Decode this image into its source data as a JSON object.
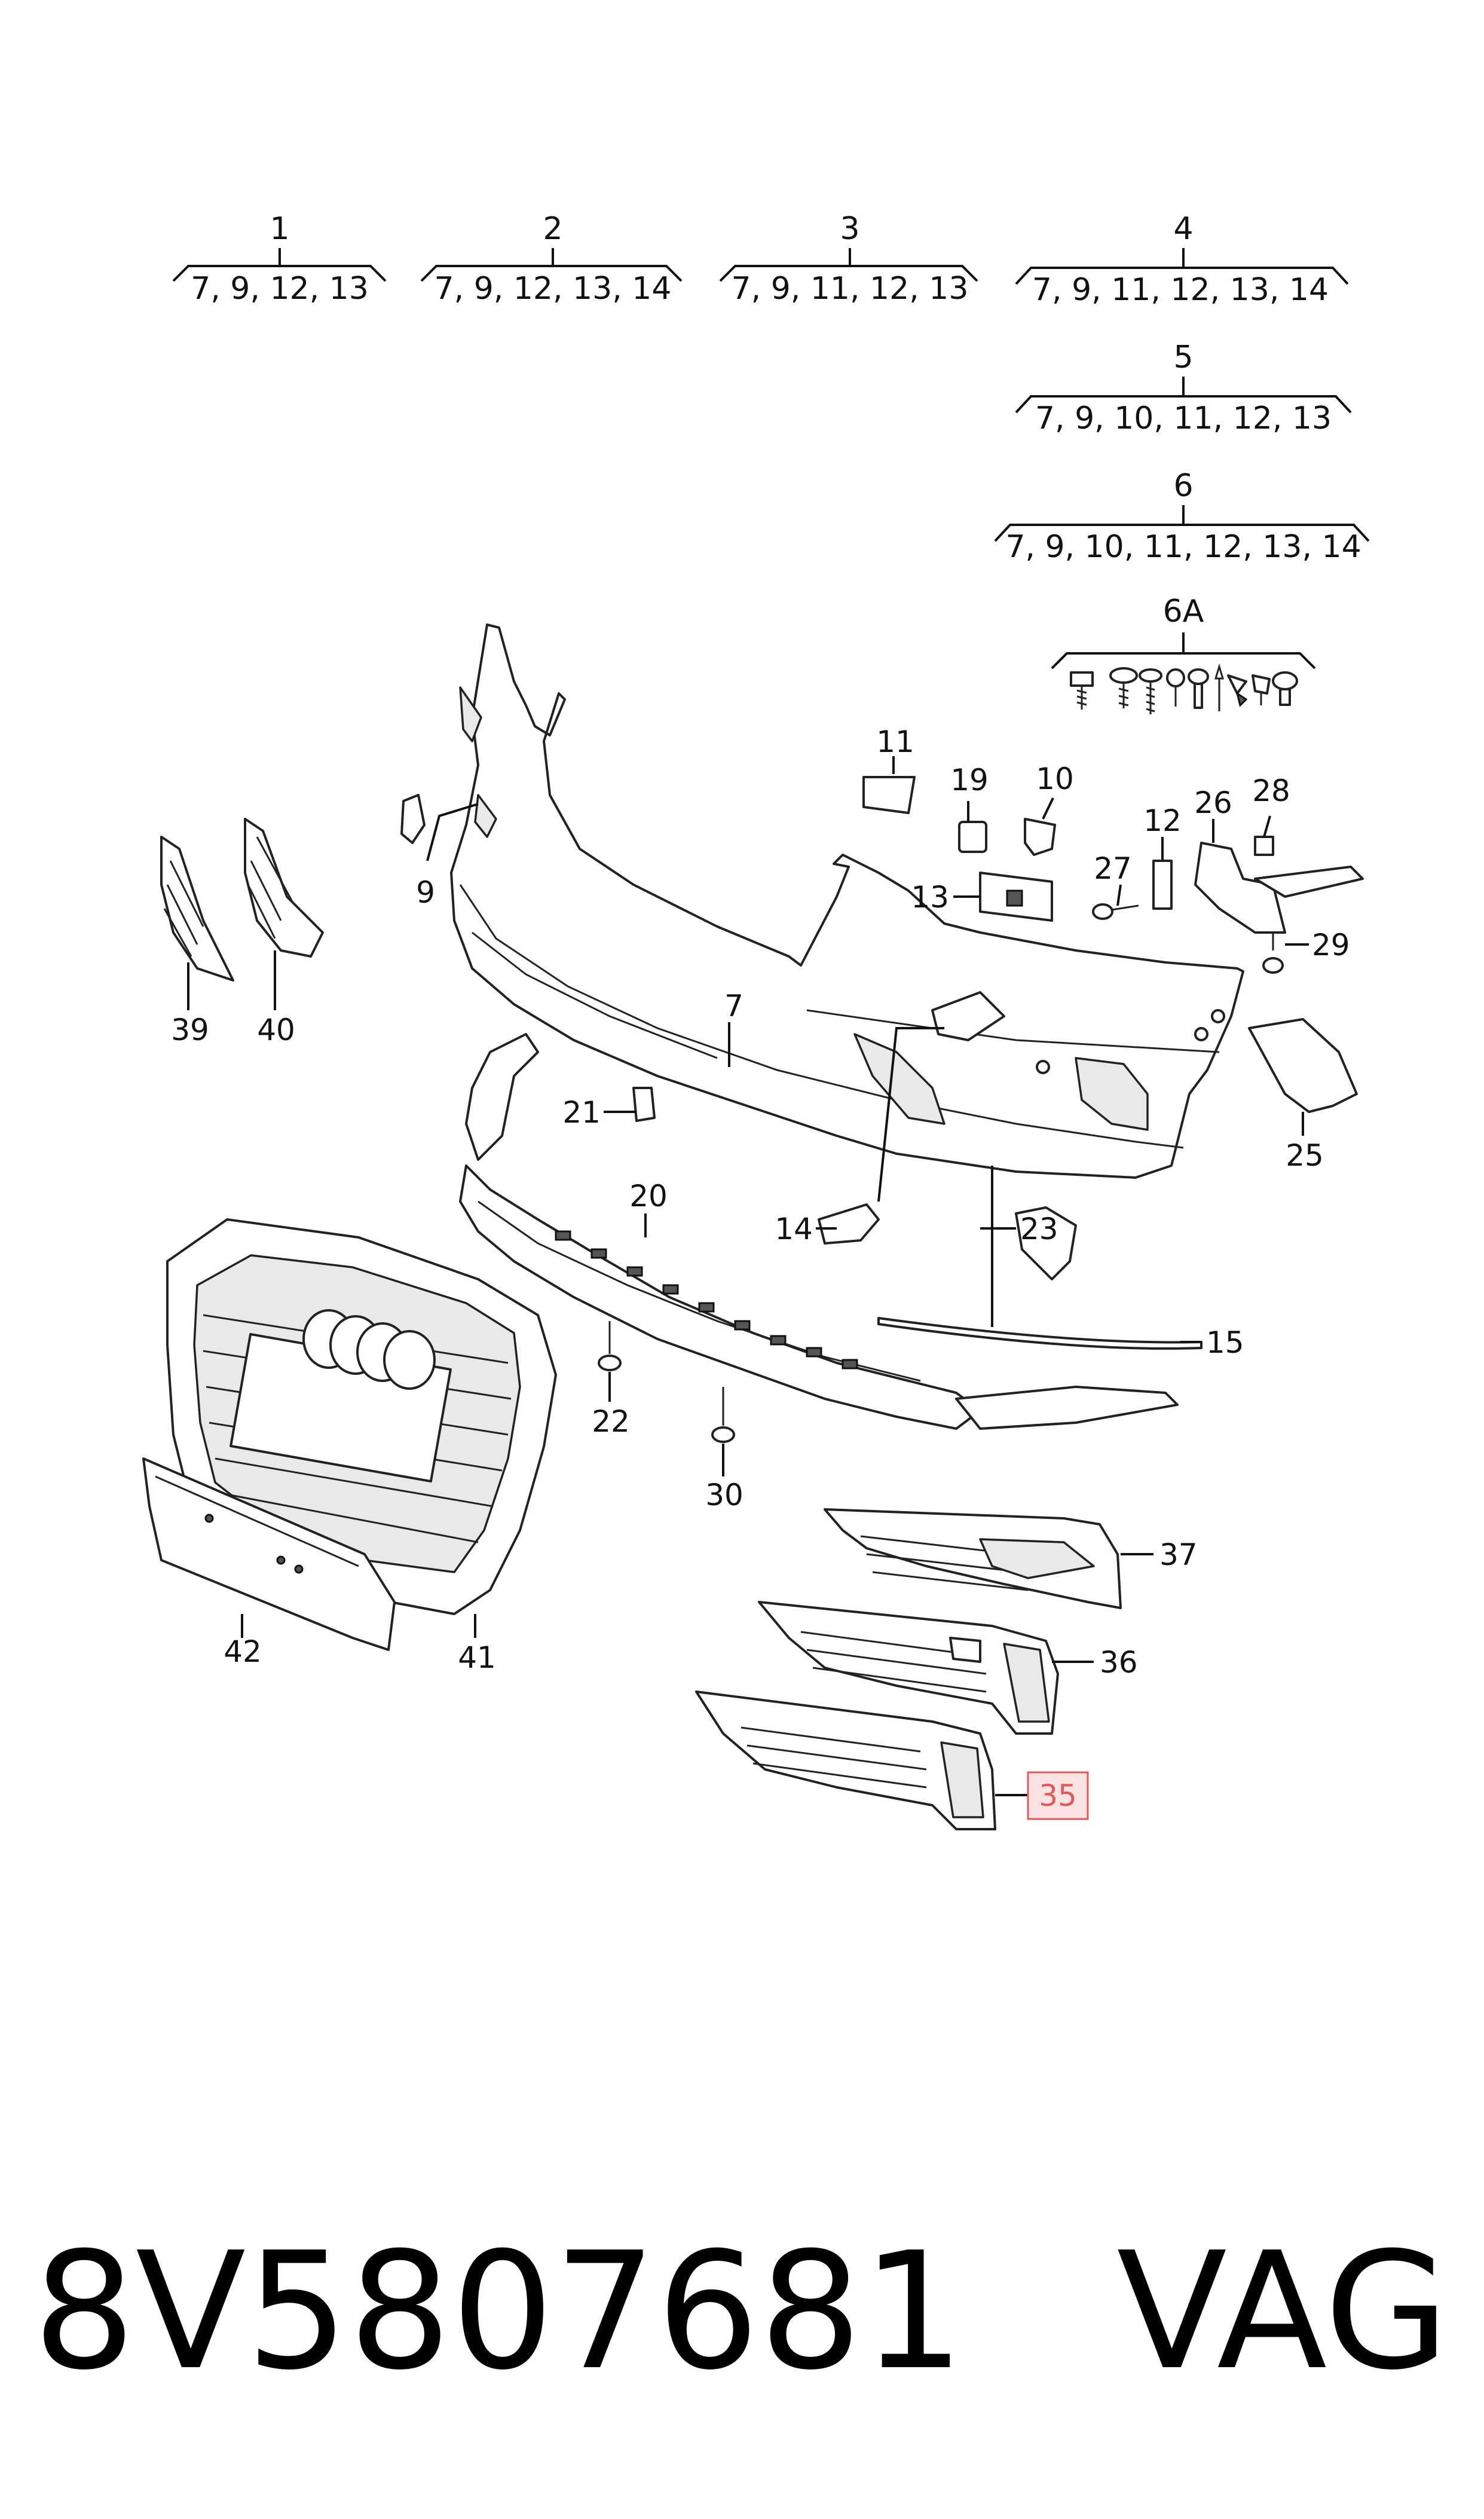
{
  "callout_groups": [
    {
      "id": "1",
      "items": "7, 9, 12, 13"
    },
    {
      "id": "2",
      "items": "7, 9, 12, 13, 14"
    },
    {
      "id": "3",
      "items": "7, 9, 11, 12, 13"
    },
    {
      "id": "4",
      "items": "7, 9, 11, 12, 13, 14"
    },
    {
      "id": "5",
      "items": "7, 9, 10, 11, 12, 13"
    },
    {
      "id": "6",
      "items": "7, 9, 10, 11, 12, 13, 14"
    }
  ],
  "hardware_kit_label": "6A",
  "part_labels": {
    "p7": "7",
    "p9": "9",
    "p10": "10",
    "p11": "11",
    "p12": "12",
    "p13": "13",
    "p14": "14",
    "p15": "15",
    "p19": "19",
    "p20": "20",
    "p21": "21",
    "p22": "22",
    "p23": "23",
    "p25": "25",
    "p26": "26",
    "p27": "27",
    "p28": "28",
    "p29": "29",
    "p30": "30",
    "p35": "35",
    "p36": "36",
    "p37": "37",
    "p39": "39",
    "p40": "40",
    "p41": "41",
    "p42": "42"
  },
  "highlighted_part": "35",
  "highlight_color": "#e05a5a",
  "footer": {
    "part_number": "8V5807681",
    "brand": "VAG"
  }
}
